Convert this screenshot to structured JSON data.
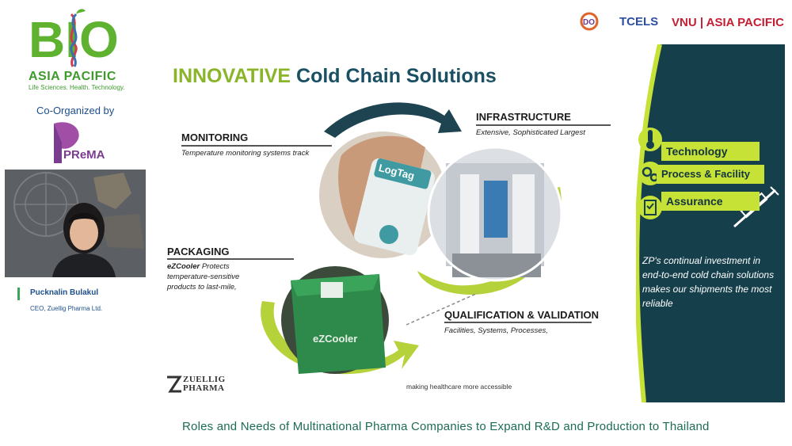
{
  "branding": {
    "bio_logo_text": "BIO",
    "bio_region": "ASIA PACIFIC",
    "bio_tagline": "Life Sciences. Health. Technology.",
    "co_organized_label": "Co-Organized by",
    "prema_logo_text": "PReMA",
    "top_logos": [
      "DO",
      "TCELS",
      "VNU | ASIA PACIFIC"
    ]
  },
  "speaker": {
    "name": "Pucknalin Bulakul",
    "title": "CEO, Zuellig Pharma Ltd."
  },
  "slide": {
    "title_highlight": "INNOVATIVE",
    "title_rest": " Cold Chain Solutions",
    "sections": {
      "monitoring": {
        "heading": "MONITORING",
        "desc": "Temperature monitoring systems track"
      },
      "infrastructure": {
        "heading": "INFRASTRUCTURE",
        "desc": "Extensive, Sophisticated Largest"
      },
      "packaging": {
        "heading": "PACKAGING",
        "desc_bold": "eZCooler",
        "desc": " Protects temperature-sensitive products to last-mile,"
      },
      "qualification": {
        "heading": "QUALIFICATION & VALIDATION",
        "desc": "Facilities, Systems, Processes,"
      }
    },
    "device_label": "LogTag",
    "cooler_label": "eZCooler",
    "pills": [
      "Technology",
      "Process & Facility",
      "Assurance"
    ],
    "panel_text": "ZP's continual investment in end-to-end cold chain solutions makes our shipments the most reliable",
    "company_logo_line1": "ZUELLIG",
    "company_logo_line2": "PHARMA",
    "tagline": "making healthcare more accessible"
  },
  "footer_caption": "Roles and Needs of Multinational Pharma Companies to Expand R&D and Production to Thailand",
  "colors": {
    "accent_green": "#8ab52b",
    "panel_dark": "#163f4c",
    "title_blue": "#1b4f63",
    "lime": "#c6e237"
  }
}
